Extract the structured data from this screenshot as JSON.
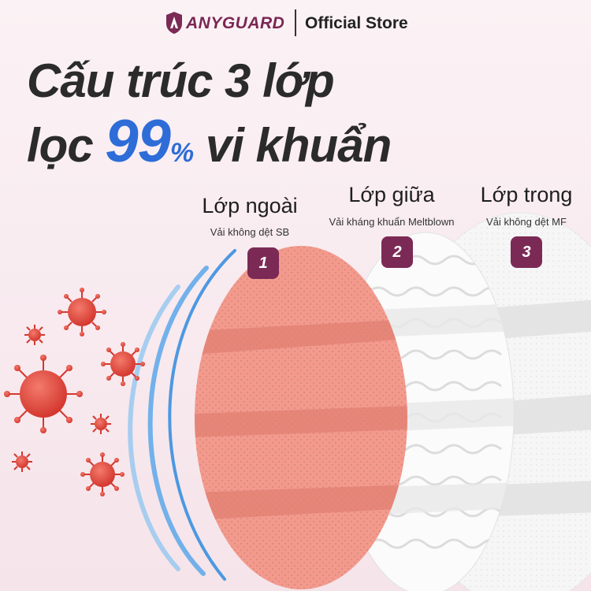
{
  "header": {
    "brand": "ANYGUARD",
    "store": "Official Store"
  },
  "headline": {
    "line1": "Cấu trúc 3 lớp",
    "line2_prefix": "lọc",
    "percent_number": "99",
    "percent_sign": "%",
    "line2_suffix": "vi khuẩn"
  },
  "layers": [
    {
      "number": "1",
      "title": "Lớp ngoài",
      "subtitle": "Vải không dệt SB"
    },
    {
      "number": "2",
      "title": "Lớp giữa",
      "subtitle": "Vải kháng khuẩn Meltblown"
    },
    {
      "number": "3",
      "title": "Lớp trong",
      "subtitle": "Vải không dệt MF"
    }
  ],
  "colors": {
    "brand": "#7b2a55",
    "accent": "#2e6cd8",
    "outer_layer": "#f39a8d",
    "virus": "#e2453a"
  }
}
